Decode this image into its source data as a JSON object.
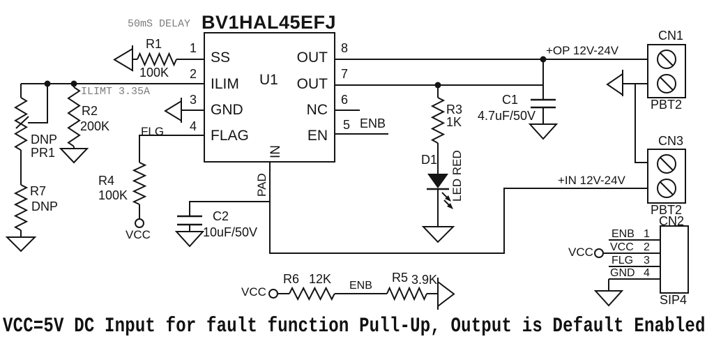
{
  "colors": {
    "line": "#141414",
    "muted": "#7c7c7c",
    "background": "#ffffff"
  },
  "schematic": {
    "title": "BV1HAL45EFJ",
    "caption": "VCC=5V DC Input for fault function Pull-Up, Output is Default Enabled",
    "notes": {
      "delay": "50mS DELAY",
      "ilimit": "ILIMT 3.35A"
    },
    "ic": {
      "ref": "U1",
      "pins": {
        "left": [
          {
            "n": "1",
            "name": "SS"
          },
          {
            "n": "2",
            "name": "ILIM"
          },
          {
            "n": "3",
            "name": "GND"
          },
          {
            "n": "4",
            "name": "FLAG"
          }
        ],
        "right": [
          {
            "n": "8",
            "name": "OUT"
          },
          {
            "n": "7",
            "name": "OUT"
          },
          {
            "n": "6",
            "name": "NC"
          },
          {
            "n": "5",
            "name": "EN"
          }
        ],
        "bottom": {
          "name": "IN",
          "pad": "PAD"
        }
      }
    },
    "components": {
      "r1": {
        "ref": "R1",
        "value": "100K"
      },
      "r2": {
        "ref": "R2",
        "value": "200K"
      },
      "r3": {
        "ref": "R3",
        "value": "1K"
      },
      "r4": {
        "ref": "R4",
        "value": "100K"
      },
      "r5": {
        "ref": "R5",
        "value": "3.9K"
      },
      "r6": {
        "ref": "R6",
        "value": "12K"
      },
      "r7": {
        "ref": "R7",
        "value": "DNP"
      },
      "pr1": {
        "ref": "PR1",
        "value": "DNP"
      },
      "c1": {
        "ref": "C1",
        "value": "4.7uF/50V"
      },
      "c2": {
        "ref": "C2",
        "value": "10uF/50V"
      },
      "d1": {
        "ref": "D1",
        "value": "LED RED"
      }
    },
    "nets": {
      "op": "+OP 12V-24V",
      "vin": "+IN 12V-24V",
      "enb": "ENB",
      "flg": "FLG",
      "vcc": "VCC"
    },
    "connectors": {
      "cn1": {
        "ref": "CN1",
        "part": "PBT2"
      },
      "cn3": {
        "ref": "CN3",
        "part": "PBT2"
      },
      "cn2": {
        "ref": "CN2",
        "part": "SIP4",
        "pins": [
          {
            "num": "1",
            "name": "ENB"
          },
          {
            "num": "2",
            "name": "VCC"
          },
          {
            "num": "3",
            "name": "FLG"
          },
          {
            "num": "4",
            "name": "GND"
          }
        ]
      }
    }
  }
}
